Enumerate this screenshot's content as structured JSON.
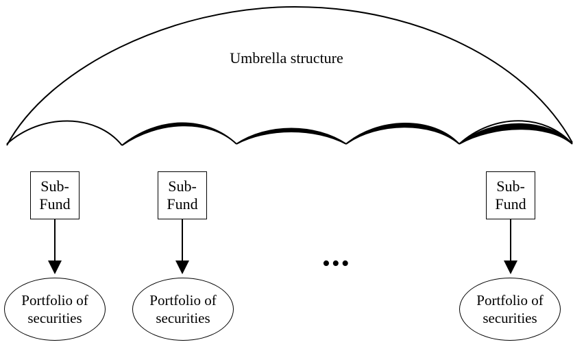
{
  "umbrella": {
    "label": "Umbrella structure"
  },
  "sub_funds": [
    {
      "line1": "Sub-",
      "line2": "Fund",
      "portfolio_line1": "Portfolio of",
      "portfolio_line2": "securities"
    },
    {
      "line1": "Sub-",
      "line2": "Fund",
      "portfolio_line1": "Portfolio of",
      "portfolio_line2": "securities"
    },
    {
      "line1": "Sub-",
      "line2": "Fund",
      "portfolio_line1": "Portfolio of",
      "portfolio_line2": "securities"
    }
  ],
  "ellipsis": "•••"
}
